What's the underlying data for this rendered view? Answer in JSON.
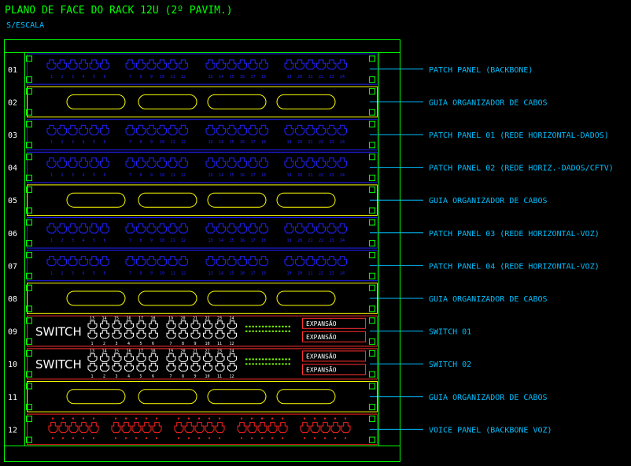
{
  "title": "PLANO DE FACE DO RACK 12U (2º PAVIM.)",
  "subtitle": "S/ESCALA",
  "colors": {
    "background": "#000000",
    "title": "#00ff00",
    "subtitle": "#00bfff",
    "frame": "#00ff00",
    "patch": "#2222ff",
    "organizer": "#ffff00",
    "switch_frame": "#ff3030",
    "switch_text": "#ffffff",
    "voice": "#ff2020",
    "label": "#00bfff",
    "leds": "#7cff00"
  },
  "units": [
    {
      "num": "01",
      "type": "patch",
      "label": "PATCH PANEL (BACKBONE)"
    },
    {
      "num": "02",
      "type": "organizer",
      "label": "GUIA ORGANIZADOR DE CABOS"
    },
    {
      "num": "03",
      "type": "patch",
      "label": "PATCH PANEL 01 (REDE HORIZONTAL-DADOS)"
    },
    {
      "num": "04",
      "type": "patch",
      "label": "PATCH PANEL 02 (REDE HORIZ.-DADOS/CFTV)"
    },
    {
      "num": "05",
      "type": "organizer",
      "label": "GUIA ORGANIZADOR DE CABOS"
    },
    {
      "num": "06",
      "type": "patch",
      "label": "PATCH PANEL 03 (REDE HORIZONTAL-VOZ)"
    },
    {
      "num": "07",
      "type": "patch",
      "label": "PATCH PANEL 04 (REDE HORIZONTAL-VOZ)"
    },
    {
      "num": "08",
      "type": "organizer",
      "label": "GUIA ORGANIZADOR DE CABOS"
    },
    {
      "num": "09",
      "type": "switch",
      "label": "SWITCH 01"
    },
    {
      "num": "10",
      "type": "switch",
      "label": "SWITCH 02"
    },
    {
      "num": "11",
      "type": "organizer",
      "label": "GUIA ORGANIZADOR DE CABOS"
    },
    {
      "num": "12",
      "type": "voice",
      "label": "VOICE PANEL (BACKBONE VOZ)"
    }
  ],
  "switch": {
    "name": "SWITCH",
    "expansion_label": "EXPANSÃO",
    "top_port_numbers": [
      "13",
      "14",
      "15",
      "16",
      "17",
      "18",
      "19",
      "20",
      "21",
      "22",
      "23",
      "24"
    ],
    "bottom_port_numbers": [
      "1",
      "2",
      "3",
      "4",
      "5",
      "6",
      "7",
      "8",
      "9",
      "10",
      "11",
      "12"
    ]
  },
  "patch_port_numbers": [
    "1",
    "2",
    "3",
    "4",
    "5",
    "6",
    "7",
    "8",
    "9",
    "10",
    "11",
    "12",
    "13",
    "14",
    "15",
    "16",
    "17",
    "18",
    "19",
    "20",
    "21",
    "22",
    "23",
    "24"
  ]
}
